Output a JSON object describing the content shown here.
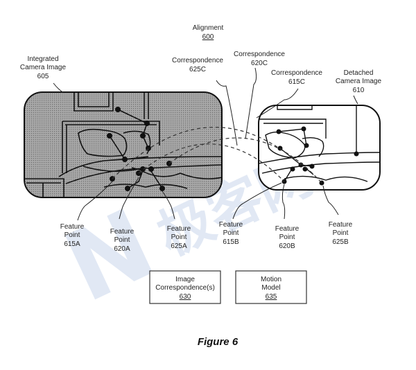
{
  "title": {
    "line1": "Alignment",
    "ref": "600"
  },
  "images": {
    "integrated": {
      "line1": "Integrated",
      "line2": "Camera Image",
      "ref": "605"
    },
    "detached": {
      "line1": "Detached",
      "line2": "Camera Image",
      "ref": "610"
    }
  },
  "correspondences": [
    {
      "line1": "Correspondence",
      "ref": "625C"
    },
    {
      "line1": "Correspondence",
      "ref": "620C"
    },
    {
      "line1": "Correspondence",
      "ref": "615C"
    }
  ],
  "feature_points": [
    {
      "line1": "Feature",
      "line2": "Point",
      "ref": "615A"
    },
    {
      "line1": "Feature",
      "line2": "Point",
      "ref": "620A"
    },
    {
      "line1": "Feature",
      "line2": "Point",
      "ref": "625A"
    },
    {
      "line1": "Feature",
      "line2": "Point",
      "ref": "615B"
    },
    {
      "line1": "Feature",
      "line2": "Point",
      "ref": "620B"
    },
    {
      "line1": "Feature",
      "line2": "Point",
      "ref": "625B"
    }
  ],
  "boxes": {
    "image_correspondence": {
      "line1": "Image",
      "line2": "Correspondence(s)",
      "ref": "630"
    },
    "motion_model": {
      "line1": "Motion",
      "line2": "Model",
      "ref": "635"
    }
  },
  "caption": "Figure 6",
  "watermark": {
    "latin": "N",
    "cjk": "极客网"
  },
  "colors": {
    "image_fill": "#9a9a9a",
    "ink": "#111111",
    "watermark": "#c9d7ec"
  }
}
